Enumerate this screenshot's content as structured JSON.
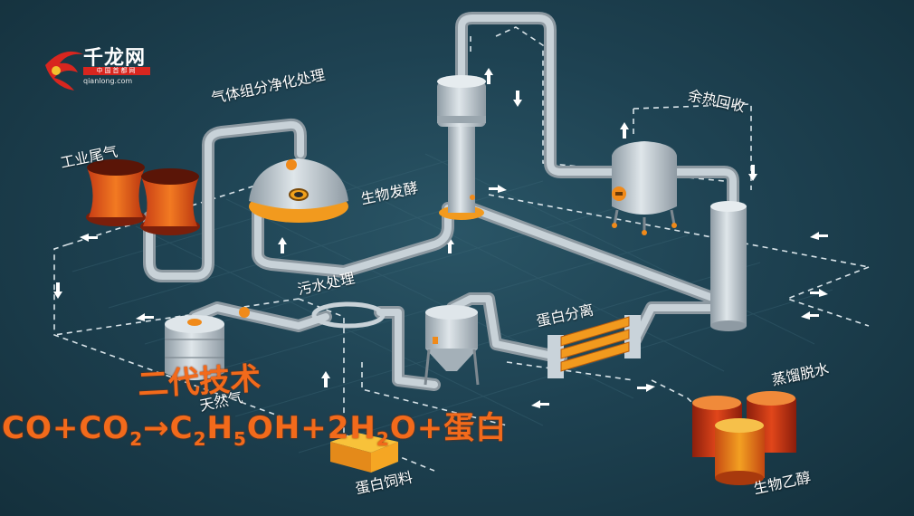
{
  "logo": {
    "name": "千龙网",
    "bar_text": "中国首都网",
    "domain": "qianlong.com",
    "color_red": "#d8261f"
  },
  "labels": {
    "industrial_exhaust": "工业尾气",
    "gas_purification": "气体组分净化处理",
    "bio_fermentation": "生物发酵",
    "waste_heat": "余热回收",
    "wastewater": "污水处理",
    "natural_gas": "天然气",
    "protein_separation": "蛋白分离",
    "distillation": "蒸馏脱水",
    "protein_feed": "蛋白饲料",
    "bio_ethanol": "生物乙醇"
  },
  "formula": {
    "title": "二代技术",
    "co": "CO",
    "plus1": "+",
    "co2_c": "CO",
    "co2_sub": "2",
    "arrow": "→",
    "ethanol_c": "C",
    "ethanol_2": "2",
    "ethanol_h": "H",
    "ethanol_5": "5",
    "ethanol_oh": "OH",
    "plus2": "+",
    "water_coef": "2H",
    "water_sub": "2",
    "water_o": "O",
    "plus3": "+",
    "protein": "蛋白"
  },
  "colors": {
    "accent_orange": "#f26a1b",
    "equipment_grey": "#c9d3da",
    "pipe_grey": "#aeb8bf",
    "background": "#1e4252"
  }
}
